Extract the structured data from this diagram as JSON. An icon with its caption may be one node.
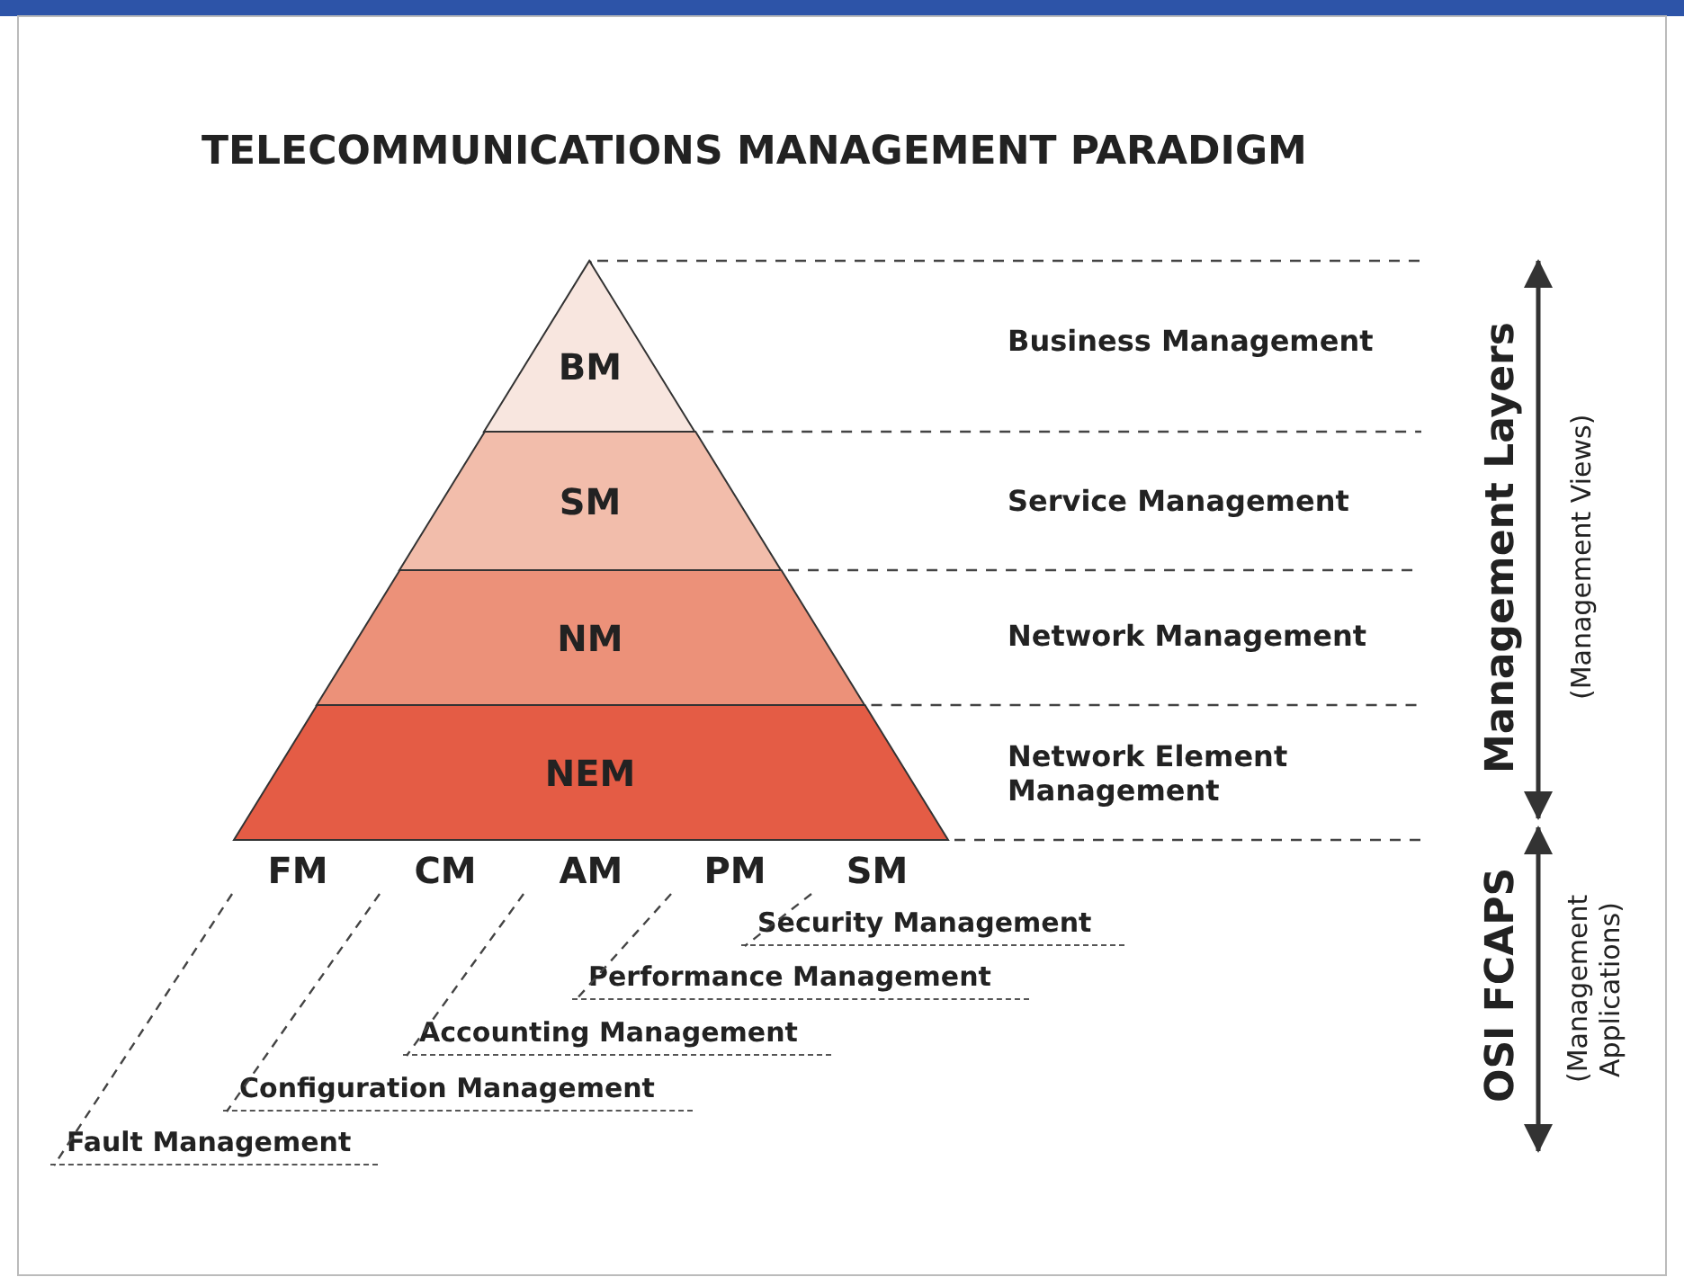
{
  "diagram": {
    "title": "TELECOMMUNICATIONS MANAGEMENT PARADIGM",
    "nodes": [
      {
        "text": [
          "BM"
        ]
      },
      {
        "text": [
          "SM"
        ]
      },
      {
        "text": [
          "NM"
        ]
      },
      {
        "text": [
          "NEM"
        ]
      },
      {
        "text": [
          "FM"
        ]
      },
      {
        "text": [
          "CM"
        ]
      },
      {
        "text": [
          "AM"
        ]
      },
      {
        "text": [
          "PM"
        ]
      },
      {
        "text": [
          "SM"
        ]
      },
      {
        "text": [
          "Security Management"
        ]
      },
      {
        "text": [
          "Performance Management"
        ]
      },
      {
        "text": [
          "Accounting Management"
        ]
      },
      {
        "text": [
          "Configuration Management"
        ]
      },
      {
        "text": [
          "Fault Management"
        ]
      }
    ],
    "edges": [
      {
        "from": 4,
        "to": 13,
        "arrow": "none",
        "style": "dashed"
      },
      {
        "from": 5,
        "to": 12,
        "arrow": "none",
        "style": "dashed"
      },
      {
        "from": 6,
        "to": 11,
        "arrow": "none",
        "style": "dashed"
      },
      {
        "from": 7,
        "to": 10,
        "arrow": "none",
        "style": "dashed"
      },
      {
        "from": 8,
        "to": 9,
        "arrow": "none",
        "style": "dashed"
      }
    ],
    "labels": [
      "Business Management",
      "Service Management",
      "Network Management",
      "Network Element Management",
      "Management Layers",
      "(Management Views)",
      "OSI FCAPS",
      "(Management Applications)"
    ]
  }
}
